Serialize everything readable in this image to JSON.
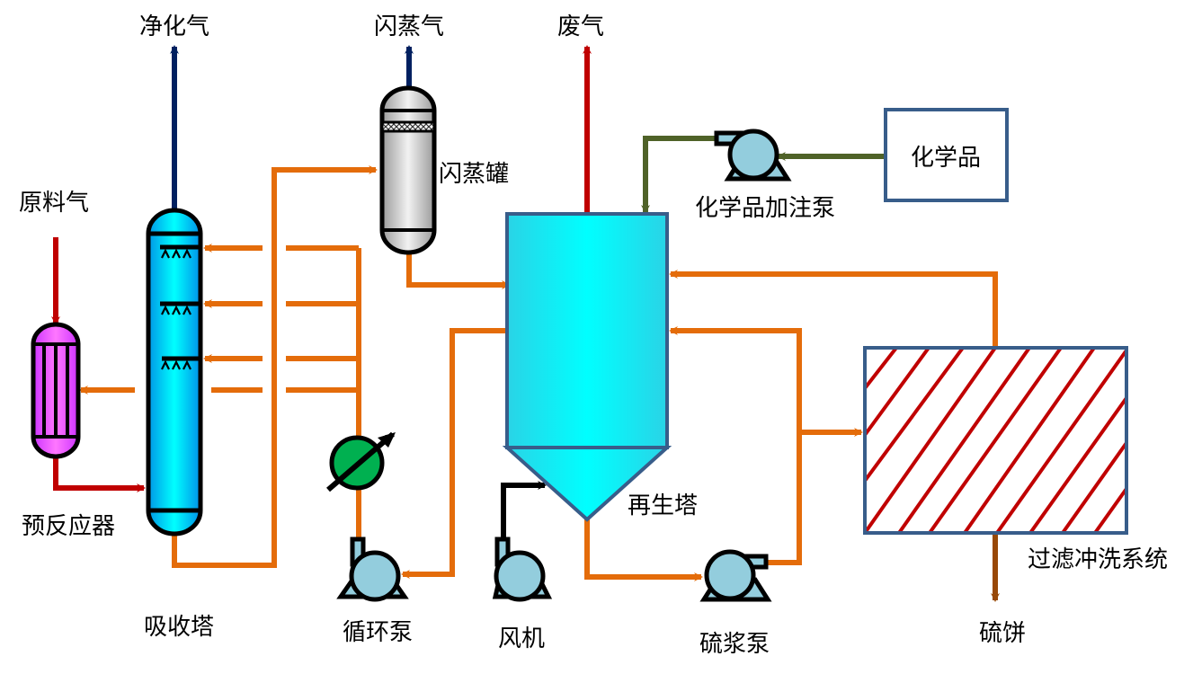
{
  "title": "硫回收工艺流程示意图",
  "labels": {
    "purified_gas": "净化气",
    "flash_gas": "闪蒸气",
    "waste_gas": "废气",
    "feed_gas": "原料气",
    "flash_tank": "闪蒸罐",
    "chemicals": "化学品",
    "chemical_pump": "化学品加注泵",
    "pre_reactor": "预反应器",
    "absorber": "吸收塔",
    "circulation_pump": "循环泵",
    "blower": "风机",
    "regenerator": "再生塔",
    "slurry_pump": "硫浆泵",
    "filter_wash": "过滤冲洗系统",
    "sulfur_cake": "硫饼"
  },
  "colors": {
    "solution_line": "#E46C0A",
    "feed_line": "#C00000",
    "gas_out_line": "#002060",
    "chemical_line": "#4F6228",
    "air_line": "#000000",
    "cake_line": "#984807",
    "absorber_fill": "#00B0F0",
    "regenerator_fill": "#00FFFF",
    "pre_reactor_fill": "#FF66FF",
    "heat_exchanger_fill": "#00B050",
    "pump_fill": "#93CDDD",
    "vessel_border": "#385D8A"
  }
}
